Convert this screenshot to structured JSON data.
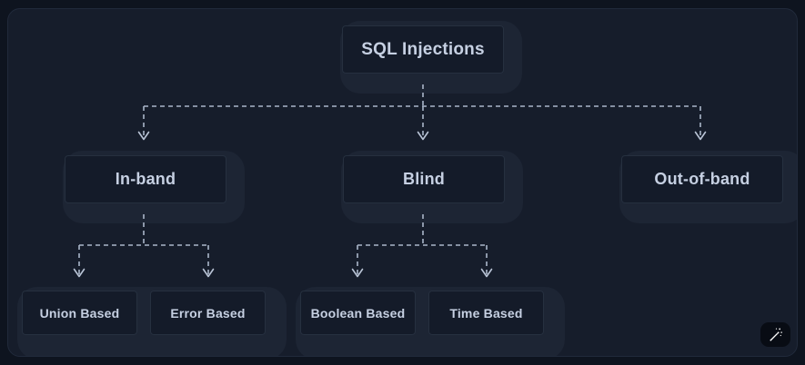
{
  "diagram": {
    "type": "tree",
    "title_node": "SQL Injections",
    "theme": {
      "page_background": "#0e141f",
      "panel_background": "#161d2b",
      "panel_border": "#212a3b",
      "group_shell": "#1d2534",
      "node_background": "#141b29",
      "node_border": "#26303f",
      "node_text": "#c6d0e2",
      "connector": "#aab6c9"
    },
    "nodes": {
      "root": {
        "label": "SQL Injections"
      },
      "level1": [
        {
          "label": "In-band"
        },
        {
          "label": "Blind"
        },
        {
          "label": "Out-of-band"
        }
      ],
      "leaves_inband": [
        {
          "label": "Union Based"
        },
        {
          "label": "Error Based"
        }
      ],
      "leaves_blind": [
        {
          "label": "Boolean Based"
        },
        {
          "label": "Time Based"
        }
      ]
    },
    "edges": [
      {
        "from": "SQL Injections",
        "to": "In-band"
      },
      {
        "from": "SQL Injections",
        "to": "Blind"
      },
      {
        "from": "SQL Injections",
        "to": "Out-of-band"
      },
      {
        "from": "In-band",
        "to": "Union Based"
      },
      {
        "from": "In-band",
        "to": "Error Based"
      },
      {
        "from": "Blind",
        "to": "Boolean Based"
      },
      {
        "from": "Blind",
        "to": "Time Based"
      }
    ]
  },
  "overlay": {
    "wand_icon": "magic-wand-icon"
  }
}
